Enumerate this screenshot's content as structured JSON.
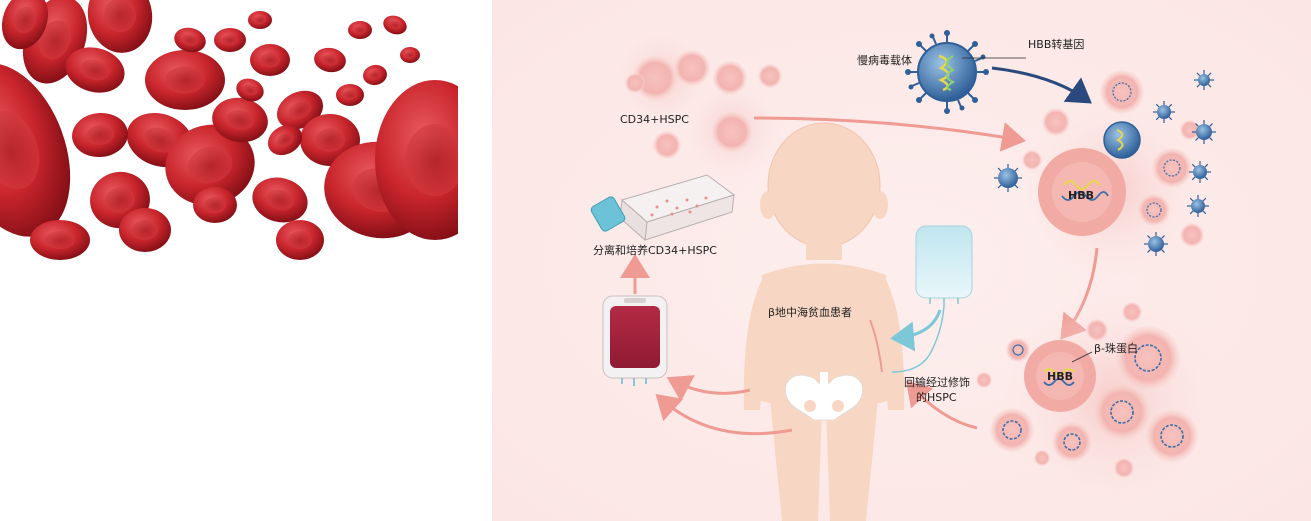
{
  "colors": {
    "panel_background": "#fceceb",
    "cell_pink": "#f3b9b6",
    "cell_light": "#f8d5d2",
    "blood_red": "#c9252c",
    "arrow_pink": "#ef9a93",
    "arrow_navy": "#2a4a7d",
    "arrow_blue": "#7cc8d8",
    "virus_blue": "#3b6fa8",
    "gene_yellow": "#e6d84a",
    "child_skin": "#f7d7c4",
    "blood_bag": "#a61f3b",
    "infusion_bag": "#d8f0f6"
  },
  "labels": {
    "lentiviral_vector": "慢病毒载体",
    "hbb_transgene": "HBB转基因",
    "cd34_hspc": "CD34+HSPC",
    "isolate_culture": "分离和培养CD34+HSPC",
    "patient": "β地中海贫血患者",
    "reinfuse_line1": "回输经过修饰",
    "reinfuse_line2": "的HSPC",
    "beta_globin": "β-珠蛋白",
    "hbb_cell_top": "HBB",
    "hbb_cell_bottom": "HBB"
  },
  "icons": [
    "red-blood-cells-photo",
    "lentivirus-icon",
    "culture-flask-icon",
    "blood-bag-icon",
    "infusion-bag-icon",
    "pelvis-bone-icon",
    "child-silhouette"
  ]
}
